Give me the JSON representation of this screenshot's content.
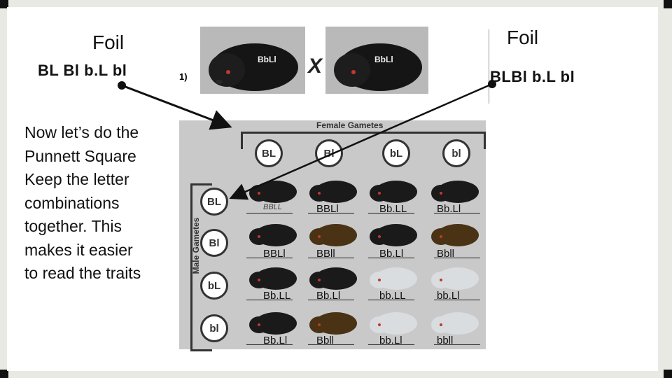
{
  "left": {
    "foil_title": "Foil",
    "gametes": "BL Bl b.L bl",
    "paragraph": [
      "Now let’s do the",
      "Punnett Square",
      "Keep the letter",
      "combinations",
      "together.  This",
      "makes it easier",
      "to read the traits"
    ]
  },
  "right": {
    "foil_title": "Foil",
    "gametes": "BLBl b.L bl"
  },
  "cross": {
    "number": "1)",
    "parent1": "BbLl",
    "parent2": "BbLl",
    "symbol": "X"
  },
  "punnett": {
    "female_title": "Female Gametes",
    "male_title": "Male Gametes",
    "female_gametes": [
      "BL",
      "Bl",
      "bL",
      "bl"
    ],
    "male_gametes": [
      "BL",
      "Bl",
      "bL",
      "bl"
    ],
    "cells": [
      [
        "BBLL",
        "BBLl",
        "Bb.LL",
        "Bb.Ll"
      ],
      [
        "BBLl",
        "BBll",
        "Bb.Ll",
        "Bbll"
      ],
      [
        "Bb.LL",
        "Bb.Ll",
        "bb.LL",
        "bb.Ll"
      ],
      [
        "Bb.Ll",
        "Bbll",
        "bb.Ll",
        "bbll"
      ]
    ],
    "coat_colors": [
      [
        "black",
        "black",
        "black",
        "black"
      ],
      [
        "black",
        "brown",
        "black",
        "brown"
      ],
      [
        "black",
        "black",
        "white",
        "white"
      ],
      [
        "black",
        "brown",
        "white",
        "white"
      ]
    ]
  },
  "colors": {
    "black": "#1a1a1a",
    "brown": "#4a3215",
    "white": "#d9dde0",
    "arrow": "#111111"
  }
}
